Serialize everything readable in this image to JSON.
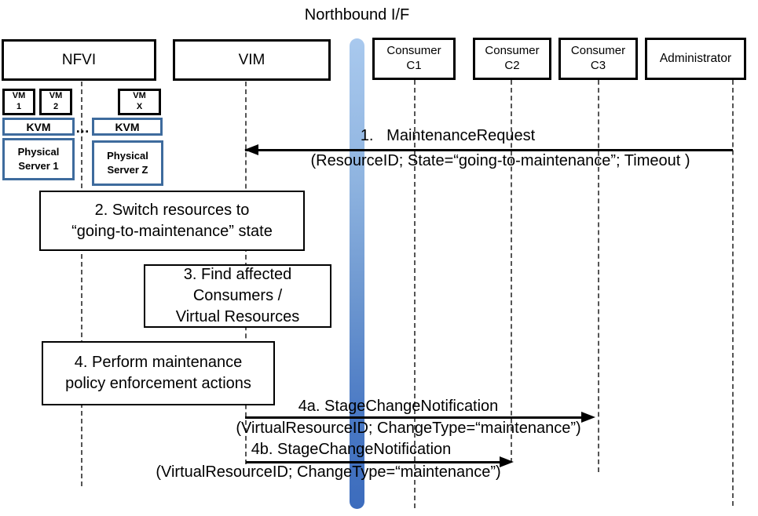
{
  "title": "Northbound I/F",
  "actors": {
    "nfvi": "NFVI",
    "vim": "VIM",
    "consumer1": {
      "line1": "Consumer",
      "line2": "C1"
    },
    "consumer2": {
      "line1": "Consumer",
      "line2": "C2"
    },
    "consumer3": {
      "line1": "Consumer",
      "line2": "C3"
    },
    "administrator": "Administrator"
  },
  "nfvi_internals": {
    "vm1": {
      "line1": "VM",
      "line2": "1"
    },
    "vm2": {
      "line1": "VM",
      "line2": "2"
    },
    "vmx": {
      "line1": "VM",
      "line2": "X"
    },
    "kvm_left": "KVM",
    "kvm_right": "KVM",
    "ellipsis": "…",
    "server1": {
      "line1": "Physical",
      "line2": "Server 1"
    },
    "serverz": {
      "line1": "Physical",
      "line2": "Server Z"
    }
  },
  "steps": {
    "step2": {
      "line1": "2. Switch resources to",
      "line2": "“going-to-maintenance” state"
    },
    "step3": {
      "line1": "3. Find affected",
      "line2": "Consumers /",
      "line3": "Virtual Resources"
    },
    "step4": {
      "line1": "4. Perform maintenance",
      "line2": "policy enforcement actions"
    }
  },
  "messages": {
    "msg1": {
      "label": "1.   MaintenanceRequest",
      "params": "(ResourceID; State=“going-to-maintenance”; Timeout )"
    },
    "msg4a": {
      "label": "4a. StageChangeNotification",
      "params": "(VirtualResourceID; ChangeType=“maintenance”)"
    },
    "msg4b": {
      "label": "4b. StageChangeNotification",
      "params": "(VirtualResourceID; ChangeType=“maintenance”)"
    }
  },
  "colors": {
    "box_border_black": "#000000",
    "hypervisor_border_blue": "#3e6b9d",
    "bar_gradient_top": "#a9c9ee",
    "bar_gradient_bottom": "#3c6cbd",
    "lifeline_gray": "#555555"
  }
}
